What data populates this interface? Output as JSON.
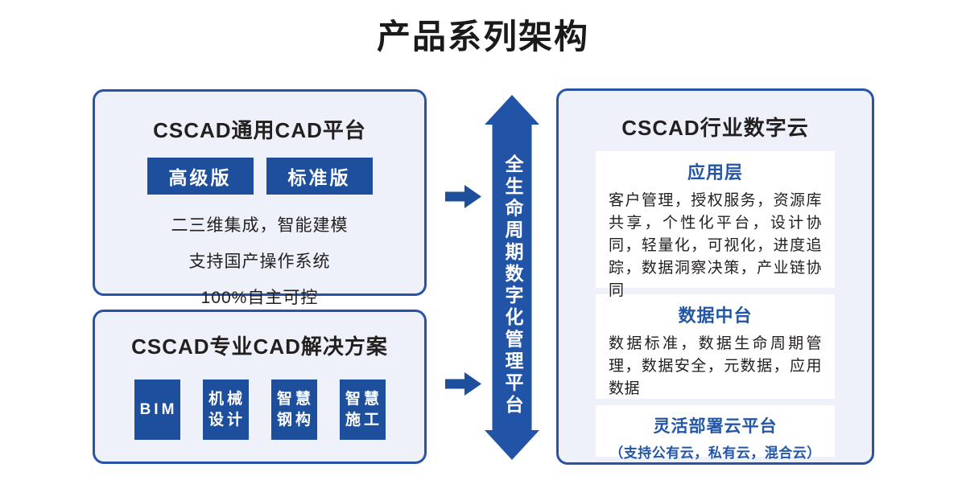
{
  "page": {
    "title": "产品系列架构"
  },
  "colors": {
    "accent_blue": "#1d4f9c",
    "arrow_blue": "#2154a6",
    "border_blue": "#2a52a5",
    "panel_fill": "#eef1fa",
    "heading_blue": "#2456a8",
    "text_dark": "#24201f",
    "background": "#ffffff"
  },
  "icons": {
    "right_arrow": "solid right-pointing arrow shape",
    "double_arrow": "vertical double-headed arrow shape"
  },
  "left_top_box": {
    "title": "CSCAD通用CAD平台",
    "badges": [
      "高级版",
      "标准版"
    ],
    "features": [
      "二三维集成，智能建模",
      "支持国产操作系统",
      "100%自主可控"
    ]
  },
  "left_bottom_box": {
    "title": "CSCAD专业CAD解决方案",
    "tiles": [
      {
        "lines": [
          "BIM"
        ]
      },
      {
        "lines": [
          "机械",
          "设计"
        ]
      },
      {
        "lines": [
          "智慧",
          "钢构"
        ]
      },
      {
        "lines": [
          "智慧",
          "施工"
        ]
      }
    ]
  },
  "center": {
    "vertical_label": "全生命周期数字化管理平台"
  },
  "right_box": {
    "title": "CSCAD行业数字云",
    "sections": [
      {
        "heading": "应用层",
        "body": "客户管理，授权服务，资源库共享，个性化平台，设计协同，轻量化，可视化，进度追踪，数据洞察决策，产业链协同"
      },
      {
        "heading": "数据中台",
        "body": "数据标准，数据生命周期管理，数据安全，元数据，应用数据"
      },
      {
        "heading": "灵活部署云平台",
        "sub": "（支持公有云，私有云，混合云）"
      }
    ]
  }
}
